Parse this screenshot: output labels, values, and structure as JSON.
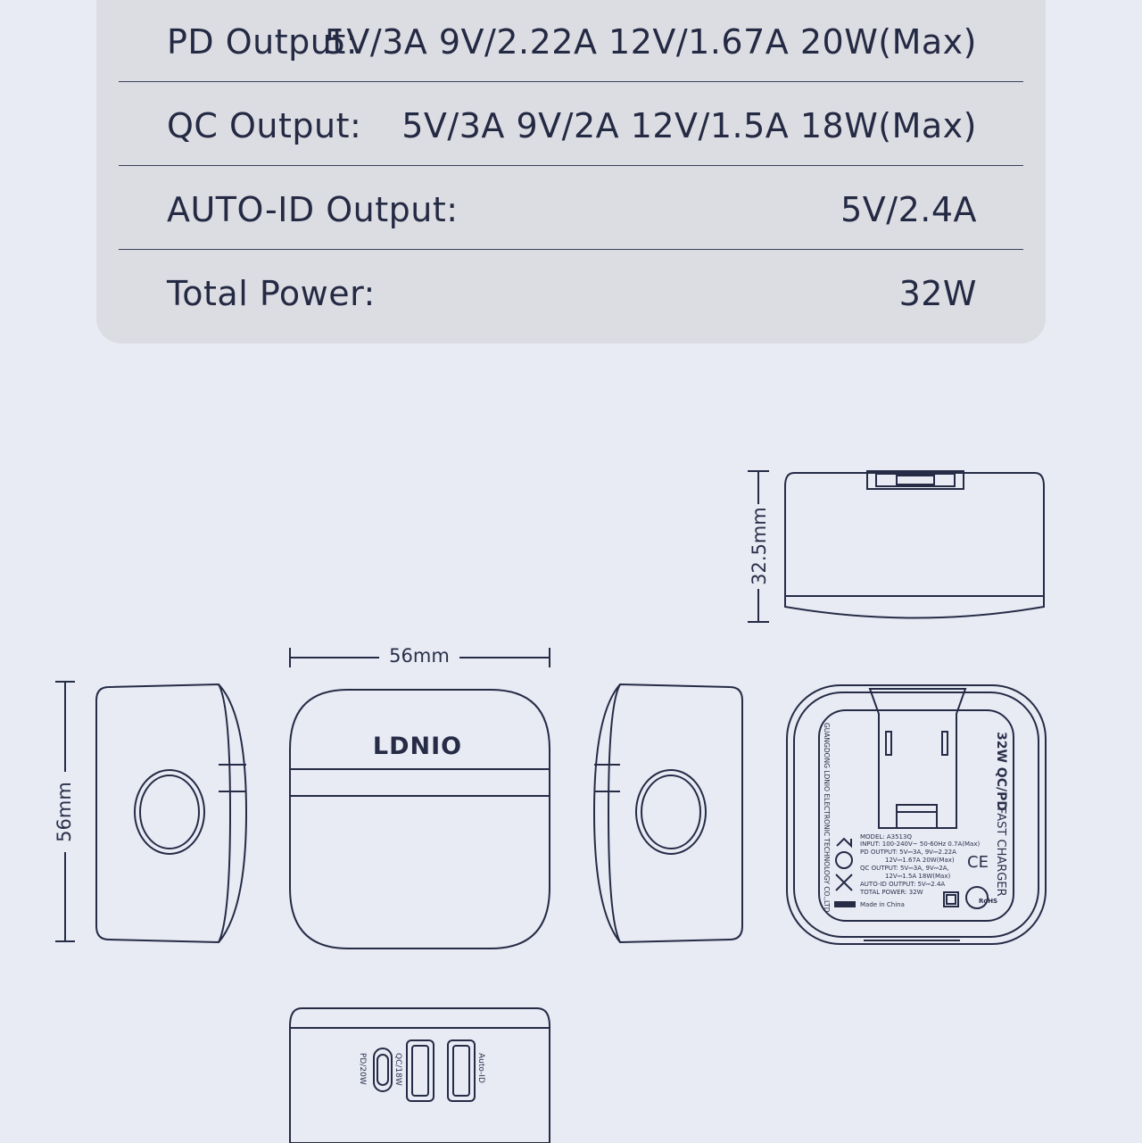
{
  "specs": [
    {
      "label": "PD Output:",
      "value": "5V/3A 9V/2.22A 12V/1.67A 20W(Max)"
    },
    {
      "label": "QC Output:",
      "value": "5V/3A 9V/2A 12V/1.5A 18W(Max)"
    },
    {
      "label": "AUTO-ID Output:",
      "value": "5V/2.4A"
    },
    {
      "label": "Total Power:",
      "value": "32W"
    }
  ],
  "dimensions": {
    "height_label": "32.5mm",
    "width_label": "56mm",
    "side_label": "56mm"
  },
  "brand": "LDNIO",
  "back_label": {
    "title": "32W QC/PD",
    "subtitle": "FAST CHARGER",
    "company": "GUANGDONG LDNIO ELECTRONIC TECHNOLOGY CO.,LTD",
    "lines": [
      "MODEL: A3513Q",
      "INPUT: 100-240V~ 50-60Hz 0.7A(Max)",
      "PD OUTPUT: 5V⎓3A, 9V⎓2.22A",
      "12V⎓1.67A  20W(Max)",
      "QC OUTPUT: 5V⎓3A, 9V⎓2A,",
      "12V⎓1.5A  18W(Max)",
      "AUTO-ID OUTPUT: 5V⎓2.4A",
      "TOTAL POWER: 32W"
    ],
    "made_in": "Made in China",
    "rohs": "RoHS"
  },
  "ports": {
    "pd": "PD/20W",
    "qc": "QC/18W",
    "auto": "Auto-ID"
  },
  "colors": {
    "background": "#e8ebf4",
    "panel": "#dcdde2",
    "ink": "#252a44"
  }
}
